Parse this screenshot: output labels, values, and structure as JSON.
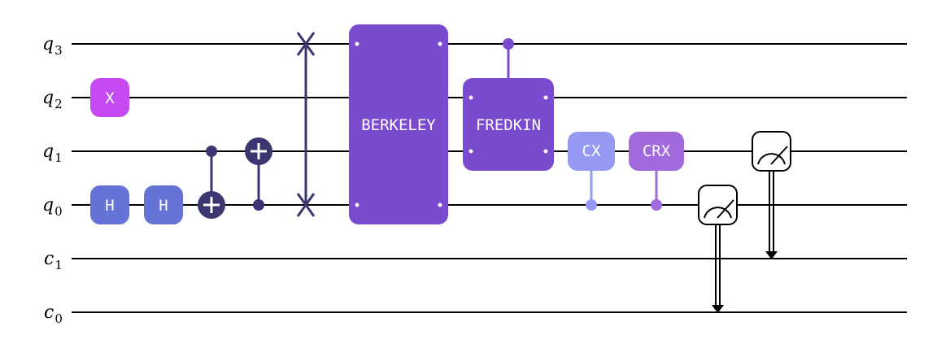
{
  "wires": [
    {
      "name": "q",
      "sub": "3"
    },
    {
      "name": "q",
      "sub": "2"
    },
    {
      "name": "q",
      "sub": "1"
    },
    {
      "name": "q",
      "sub": "0"
    },
    {
      "name": "c",
      "sub": "1"
    },
    {
      "name": "c",
      "sub": "0"
    }
  ],
  "gates": {
    "x": "X",
    "h1": "H",
    "h2": "H",
    "berkeley": "BERKELEY",
    "fredkin": "FREDKIN",
    "cx": "CX",
    "crx": "CRX"
  },
  "colors": {
    "x_gate": "#C64AF2",
    "h_gate": "#6573D6",
    "cnot": "#3B3670",
    "swap": "#3B3670",
    "berkeley": "#7A4ACF",
    "fredkin": "#7A4ACF",
    "cx": "#9599F2",
    "crx": "#A06ADD"
  }
}
